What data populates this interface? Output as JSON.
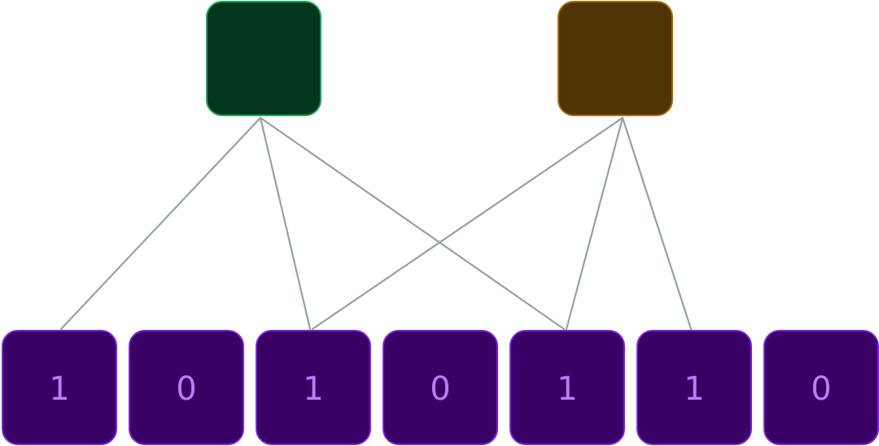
{
  "colors": {
    "background": "#ffffff",
    "connector": "#95a1a3",
    "top_green_fill": "#04361d",
    "top_green_border": "#18a55a",
    "top_brown_fill": "#4f3504",
    "top_brown_border": "#a7690e",
    "bit_fill": "#390065",
    "bit_border": "#7d24db",
    "bit_text": "#bd7cf3"
  },
  "top_nodes": [
    {
      "name": "green-node"
    },
    {
      "name": "brown-node"
    }
  ],
  "bits": [
    "1",
    "0",
    "1",
    "0",
    "1",
    "1",
    "0"
  ]
}
